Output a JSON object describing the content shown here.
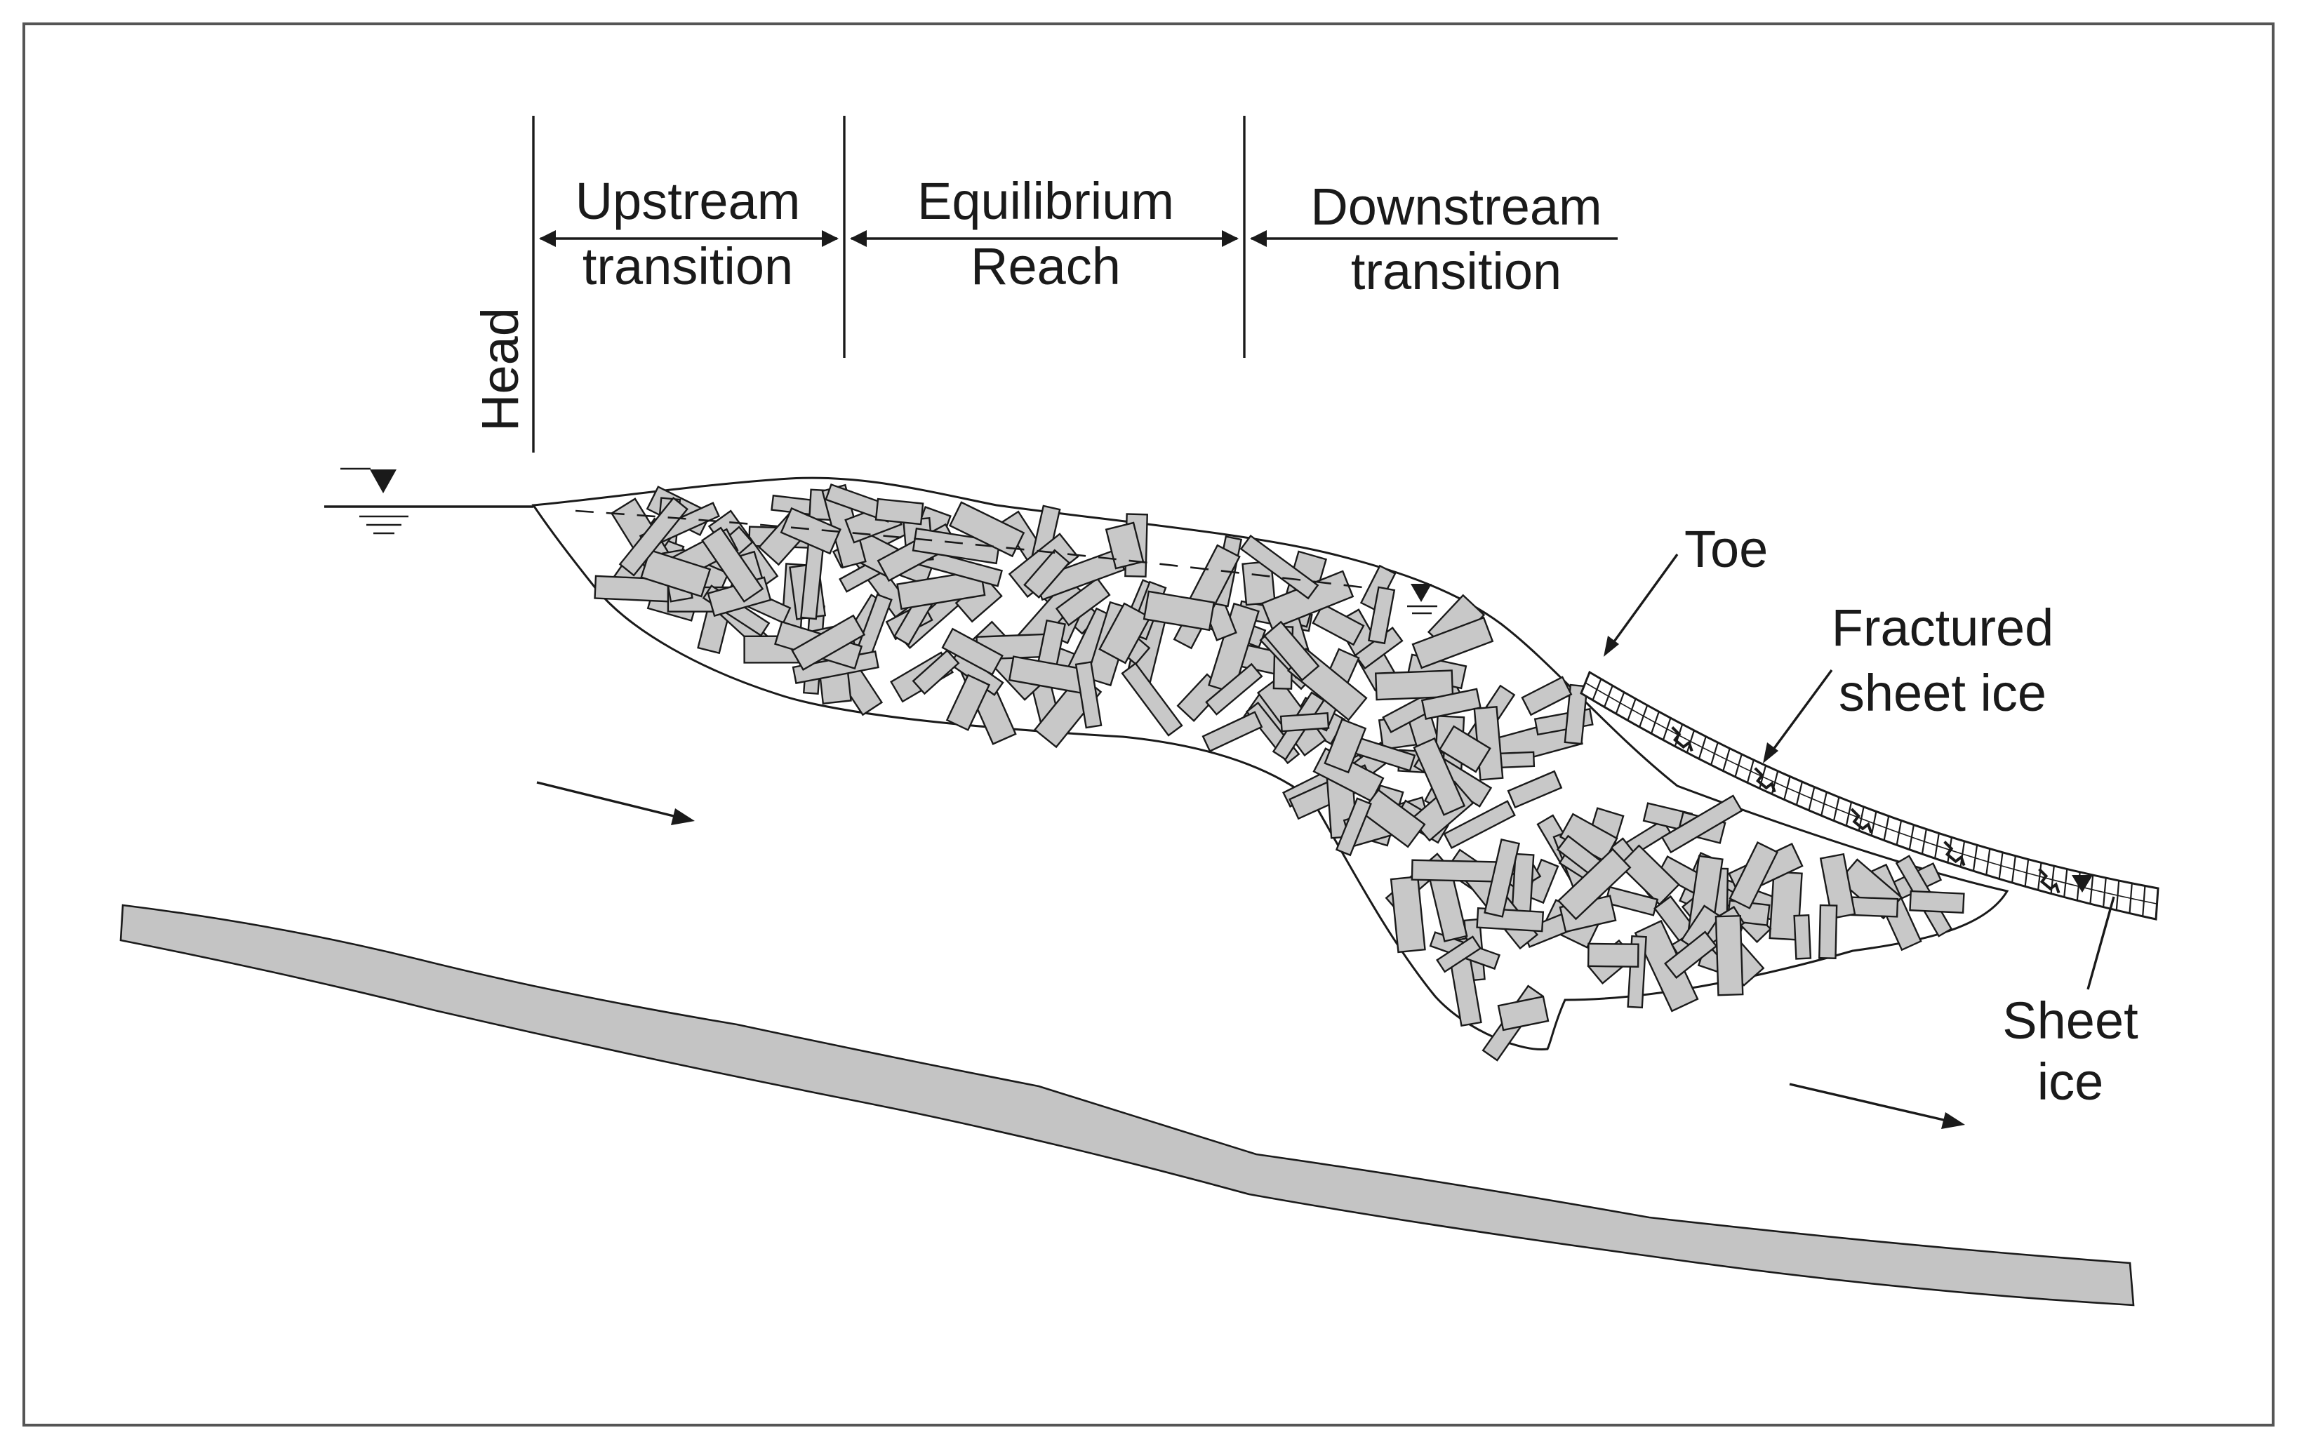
{
  "labels": {
    "head": "Head",
    "upstream_line1": "Upstream",
    "upstream_line2": "transition",
    "equilibrium_line1": "Equilibrium",
    "equilibrium_line2": "Reach",
    "downstream_line1": "Downstream",
    "downstream_line2": "transition",
    "toe": "Toe",
    "fractured_line1": "Fractured",
    "fractured_line2": "sheet ice",
    "sheet_line1": "Sheet",
    "sheet_line2": "ice"
  },
  "colors": {
    "ice_fill": "#c8c8c8",
    "bed_fill": "#c4c4c4",
    "ink": "#1a1a1a",
    "frame": "#555555"
  },
  "icons": {
    "water_level": "inverted-triangle-water-surface-icon",
    "flow": "flow-arrow-icon"
  }
}
